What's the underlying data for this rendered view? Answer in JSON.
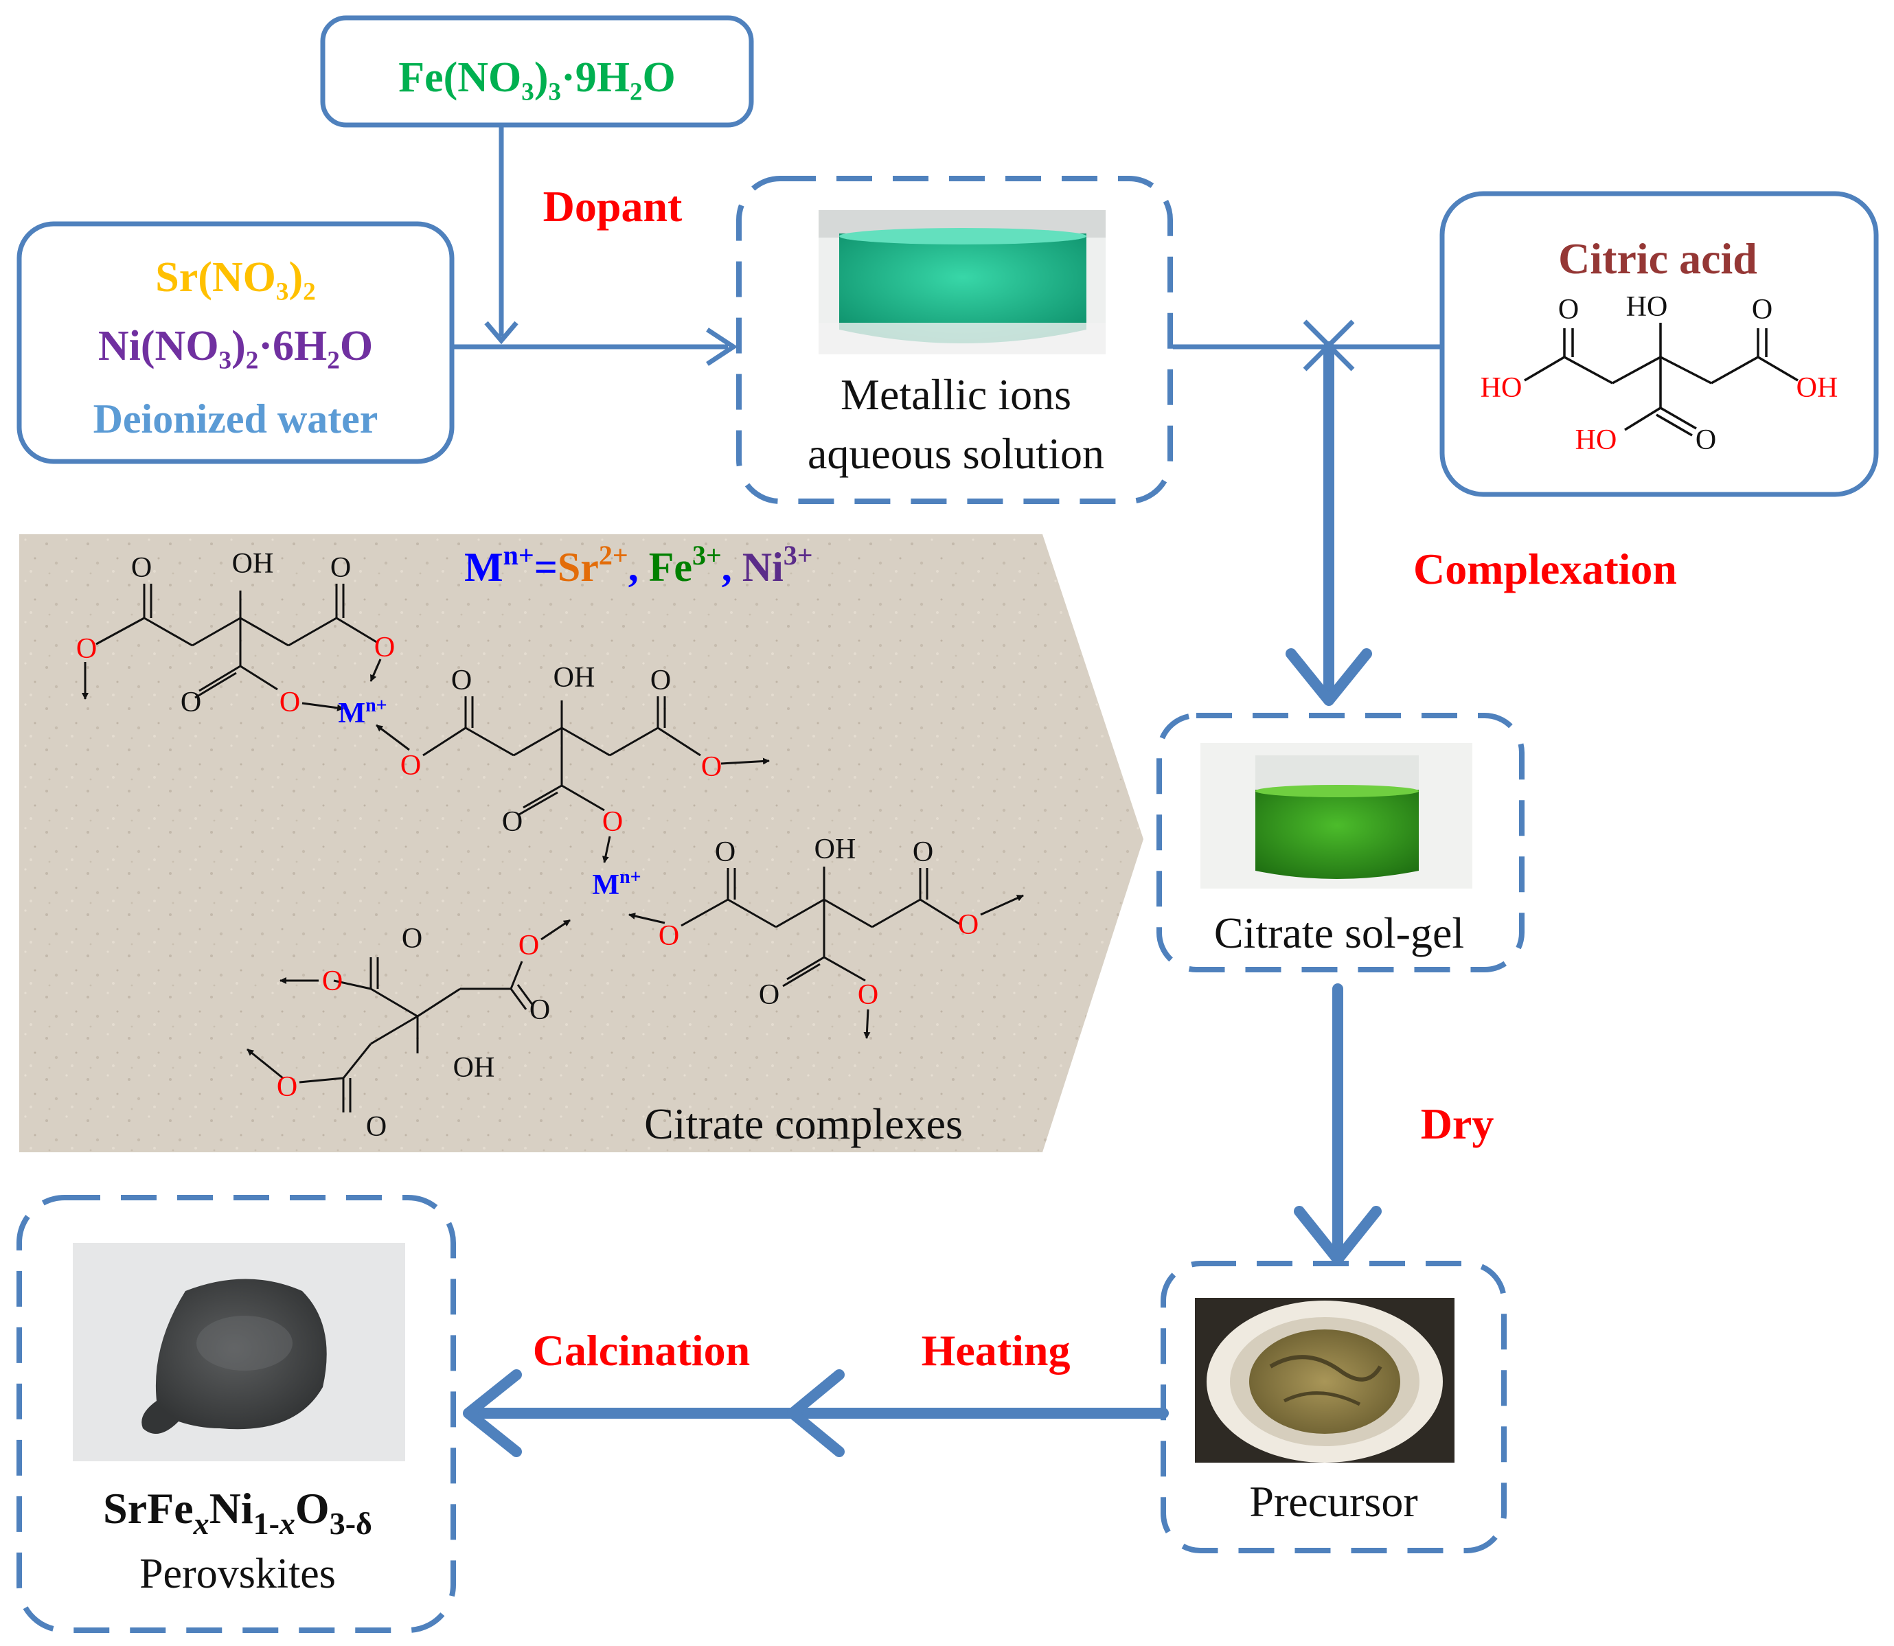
{
  "inputs": {
    "dopant_formula": "Fe(NO₃)₃·9H₂O",
    "sr_nitrate": "Sr(NO₃)₂",
    "ni_nitrate": "Ni(NO₃)₂·6H₂O",
    "water": "Deionized water"
  },
  "steps": {
    "dopant": "Dopant",
    "complexation": "Complexation",
    "dry": "Dry",
    "heating": "Heating",
    "calcination": "Calcination"
  },
  "boxes": {
    "metallic_line1": "Metallic ions",
    "metallic_line2": "aqueous solution",
    "citric_title": "Citric acid",
    "solgel": "Citrate sol-gel",
    "precursor": "Precursor",
    "product_line2": "Perovskites"
  },
  "product_formula": {
    "a": "SrFe",
    "x1": "x",
    "b": "Ni",
    "sub1": "1-",
    "x2": "x",
    "c": "O",
    "sub2": "3-δ"
  },
  "complex": {
    "caption": "Citrate complexes",
    "metal": "M",
    "metal_sup": "n+",
    "eq": "=",
    "sr": "Sr",
    "sr_sup": "2+",
    "comma": ",",
    "fe": "Fe",
    "fe_sup": "3+",
    "ni": "Ni",
    "ni_sup": "3+"
  },
  "chem": {
    "o": "O",
    "oh": "OH",
    "ho": "HO"
  },
  "colors": {
    "blue_line": "#4f81bd",
    "red_label": "#ff0000",
    "green_formula": "#00b050",
    "orange_sr": "#ffc000",
    "purple_ni": "#7030a0",
    "light_blue_text": "#5b9bd5",
    "brown_citric": "#953735",
    "metal_blue": "#0000ff",
    "sr_orange": "#e36c09",
    "fe_green": "#008000",
    "ni_purple": "#5b2c8a",
    "panel_bg": "#d8d0c4"
  }
}
